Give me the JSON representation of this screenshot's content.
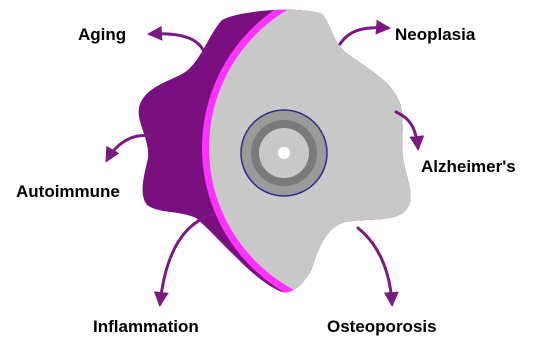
{
  "colors": {
    "background": "#ffffff",
    "cell_outer": "#7a0f80",
    "membrane": "#ff33ff",
    "cytoplasm": "#c8c8c8",
    "nucleus_ring_outer": "#9a9a9a",
    "nucleus_ring_inner": "#7a7a7a",
    "nucleus_outline": "#2d2d8c",
    "nucleolus": "#ffffff",
    "arrow": "#7a1a80",
    "text": "#000000"
  },
  "labels": {
    "aging": "Aging",
    "neoplasia": "Neoplasia",
    "alzheimers": "Alzheimer's",
    "autoimmune": "Autoimmune",
    "inflammation": "Inflammation",
    "osteoporosis": "Osteoporosis"
  }
}
